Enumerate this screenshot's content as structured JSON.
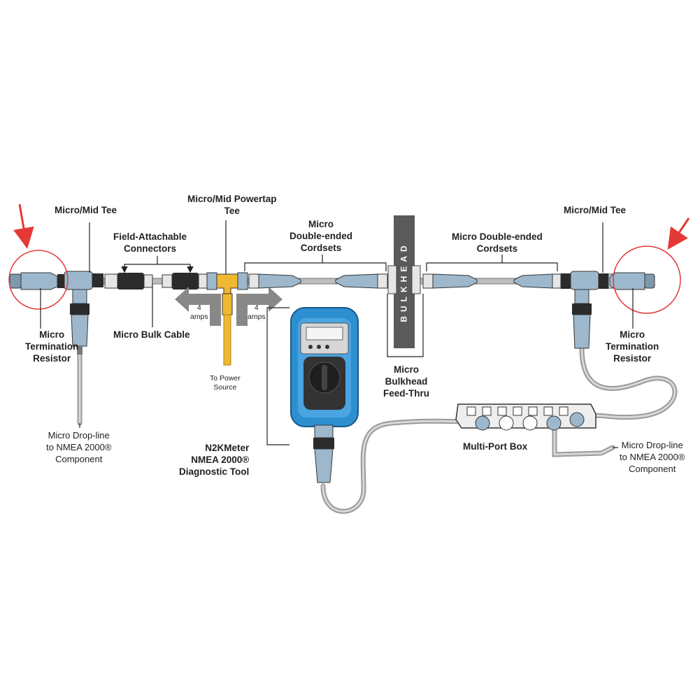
{
  "labels": {
    "mid_tee_left": "Micro/Mid Tee",
    "field_attachable": [
      "Field-Attachable",
      "Connectors"
    ],
    "powertap": [
      "Micro/Mid Powertap",
      "Tee"
    ],
    "double_ended_1": [
      "Micro",
      "Double-ended",
      "Cordsets"
    ],
    "double_ended_2": [
      "Micro Double-ended",
      "Cordsets"
    ],
    "mid_tee_right": "Micro/Mid Tee",
    "term_left": [
      "Micro",
      "Termination",
      "Resistor"
    ],
    "bulk_cable": "Micro Bulk Cable",
    "amps_left": [
      "4",
      "amps"
    ],
    "amps_right": [
      "4",
      "amps"
    ],
    "power_source": [
      "To Power",
      "Source"
    ],
    "term_right": [
      "Micro",
      "Termination",
      "Resistor"
    ],
    "bulkhead_feed": [
      "Micro",
      "Bulkhead",
      "Feed-Thru"
    ],
    "bulkhead_plate": "BULKHEAD",
    "dropline_left": [
      "Micro Drop-line",
      "to NMEA 2000®",
      "Component"
    ],
    "dropline_right": [
      "Micro Drop-line",
      "to NMEA 2000®",
      "Component"
    ],
    "multiport": "Multi-Port Box",
    "n2kmeter": [
      "N2KMeter",
      "NMEA 2000®",
      "Diagnostic Tool"
    ]
  },
  "colors": {
    "connector_blue": "#9db8cc",
    "connector_dark": "#2b2b2b",
    "cable_grey": "#c8c8c8",
    "powertap_yellow": "#f0b830",
    "meter_blue": "#2e8fd0",
    "bulkhead_grey": "#5a5a5a",
    "highlight_red": "#e53935"
  }
}
